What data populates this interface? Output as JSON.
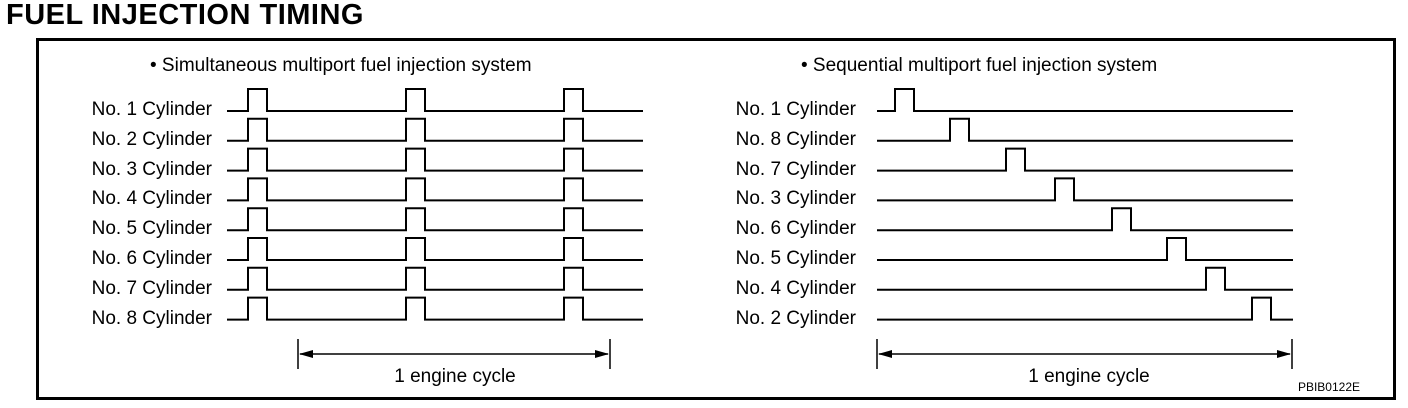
{
  "title": "FUEL INJECTION TIMING",
  "left_panel": {
    "heading": "• Simultaneous multiport fuel injection system",
    "cylinders": [
      "No. 1 Cylinder",
      "No. 2 Cylinder",
      "No. 3 Cylinder",
      "No. 4 Cylinder",
      "No. 5 Cylinder",
      "No. 6 Cylinder",
      "No. 7 Cylinder",
      "No. 8 Cylinder"
    ],
    "cycle_label": "1 engine cycle"
  },
  "right_panel": {
    "heading": "• Sequential multiport fuel injection system",
    "cylinders": [
      "No. 1 Cylinder",
      "No. 8 Cylinder",
      "No. 7 Cylinder",
      "No. 3 Cylinder",
      "No. 6 Cylinder",
      "No. 5 Cylinder",
      "No. 4 Cylinder",
      "No. 2 Cylinder"
    ],
    "cycle_label": "1 engine cycle"
  },
  "figure_id": "PBIB0122E"
}
